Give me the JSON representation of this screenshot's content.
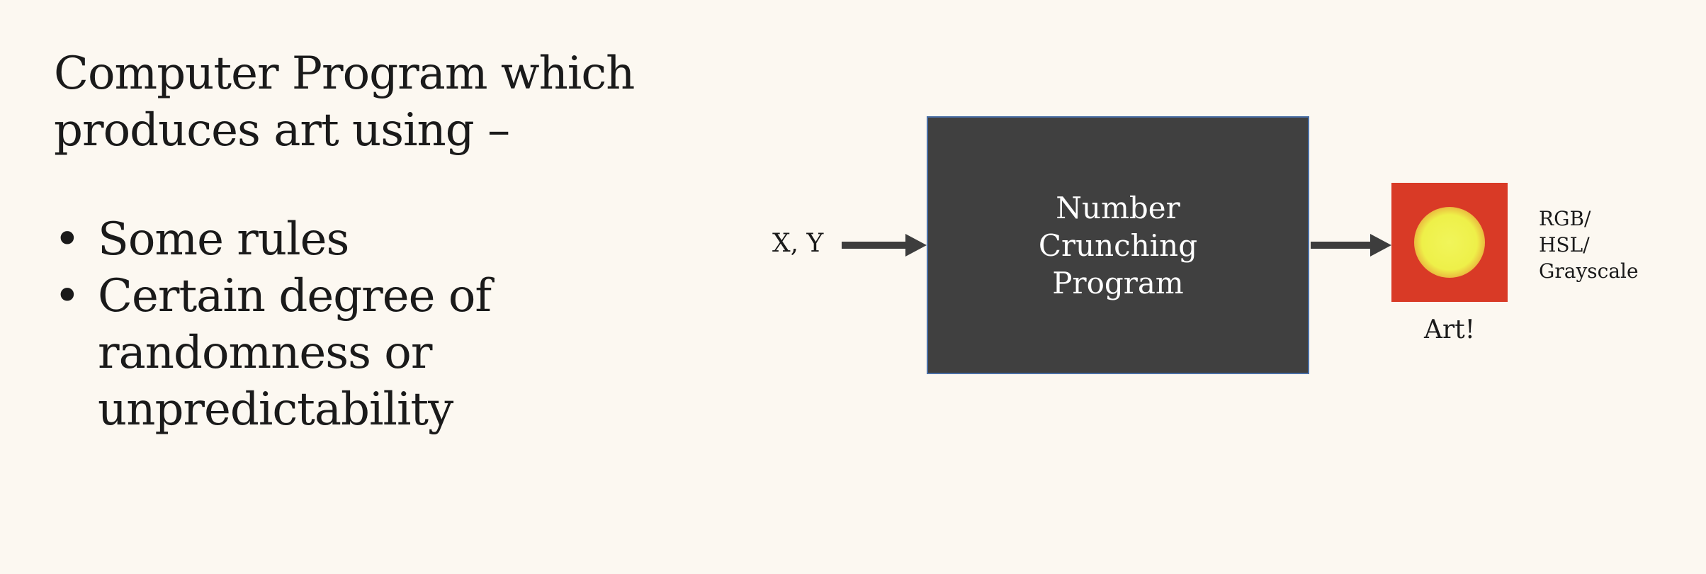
{
  "heading": {
    "lines": [
      "Computer Program which",
      "produces art using –"
    ]
  },
  "bullets": [
    {
      "marker": "•",
      "lines": [
        "Some rules"
      ]
    },
    {
      "marker": "•",
      "lines": [
        "Certain degree of",
        "randomness or",
        "unpredictability"
      ]
    }
  ],
  "diagram": {
    "input_label": "X, Y",
    "program_lines": [
      "Number",
      "Crunching",
      "Program"
    ],
    "output_label": "Art!",
    "color_mode_lines": [
      "RGB/",
      "HSL/",
      "Grayscale"
    ]
  },
  "colors": {
    "background": "#fcf8f1",
    "box_fill": "#404040",
    "box_border": "#4a6fa5",
    "arrow": "#3d3d3d",
    "art_background": "#d93a26",
    "art_circle": "#eef049"
  }
}
